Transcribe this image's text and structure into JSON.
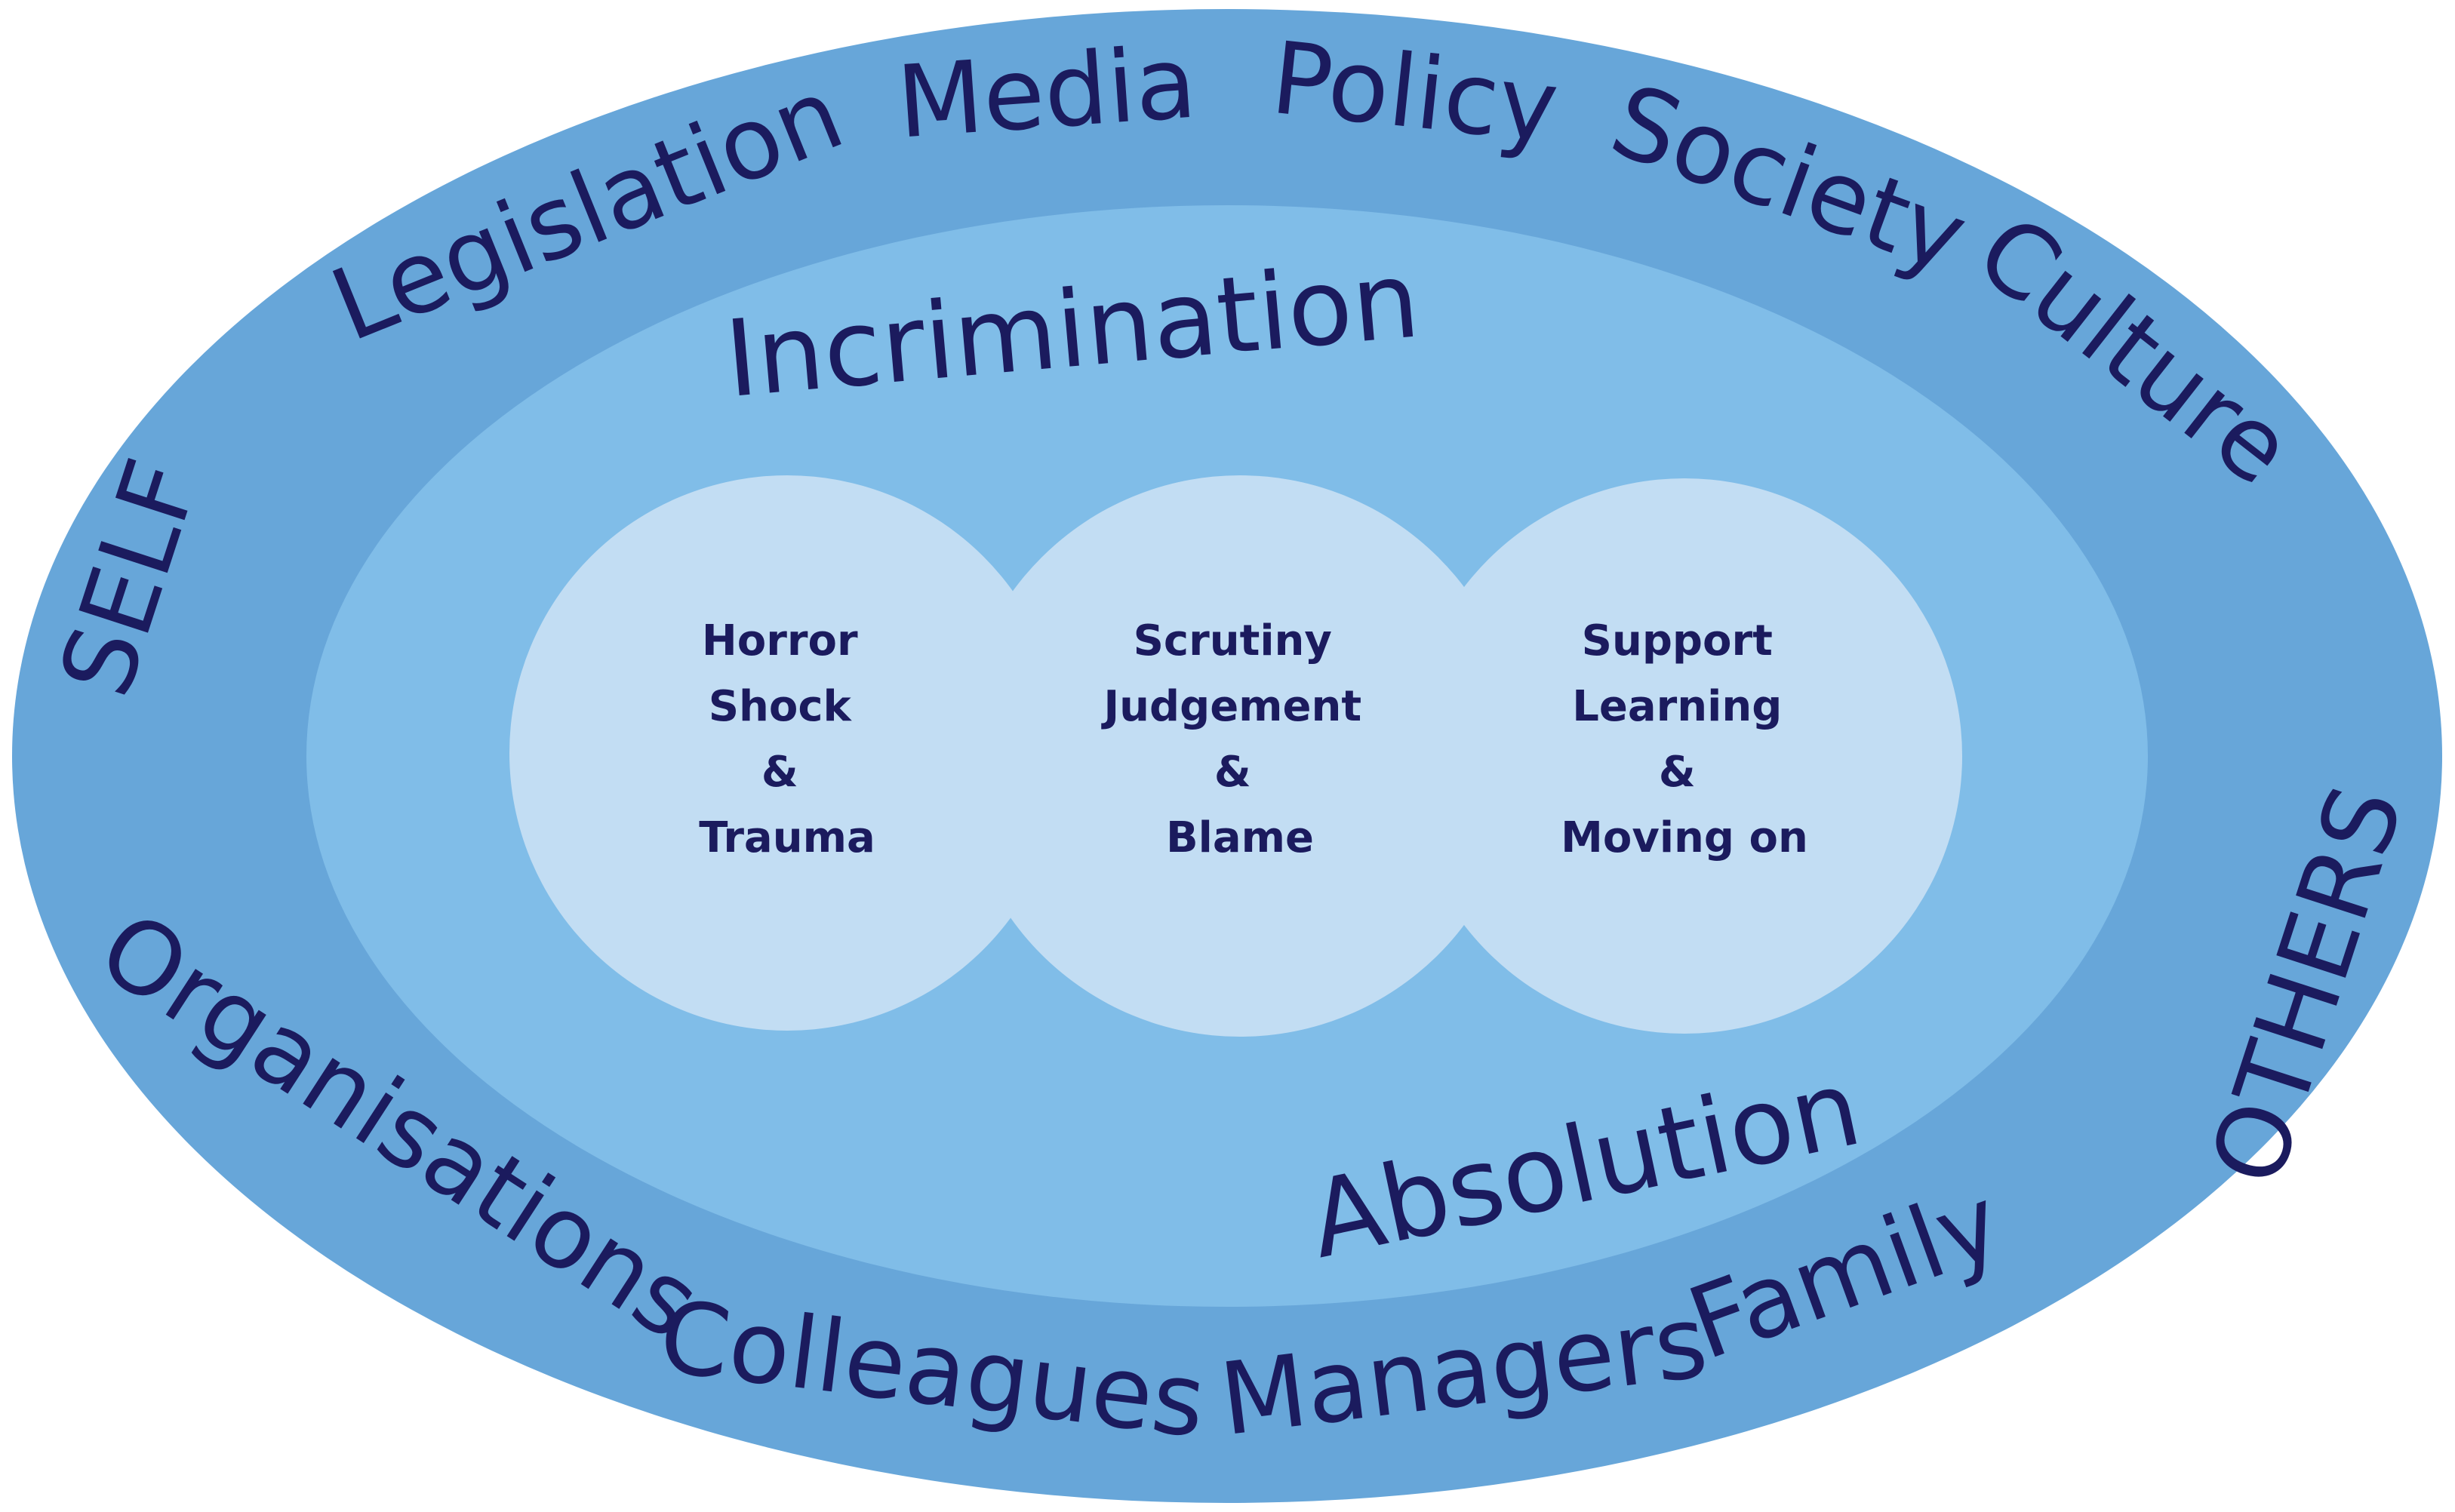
{
  "colors": {
    "outer_ring": "#67a6d9",
    "middle_ring": "#80bde8",
    "inner_blob": "#c2ddf3",
    "text": "#1b1b5e"
  },
  "outer_ring": {
    "top_words": [
      "Legislation",
      "Media",
      "Policy",
      "Society",
      "Culture"
    ],
    "left_label": "SELF",
    "right_label": "OTHERS",
    "bottom_words": [
      "Organisations",
      "Colleagues",
      "Managers",
      "Family"
    ]
  },
  "middle_ring": {
    "top_label": "Incrimination",
    "bottom_label": "Absolution"
  },
  "circles": [
    {
      "lines": [
        "Horror",
        "Shock",
        "&",
        "Trauma"
      ]
    },
    {
      "lines": [
        "Scrutiny",
        "Judgement",
        "&",
        "Blame"
      ]
    },
    {
      "lines": [
        "Support",
        "Learning",
        "&",
        "Moving on"
      ]
    }
  ]
}
